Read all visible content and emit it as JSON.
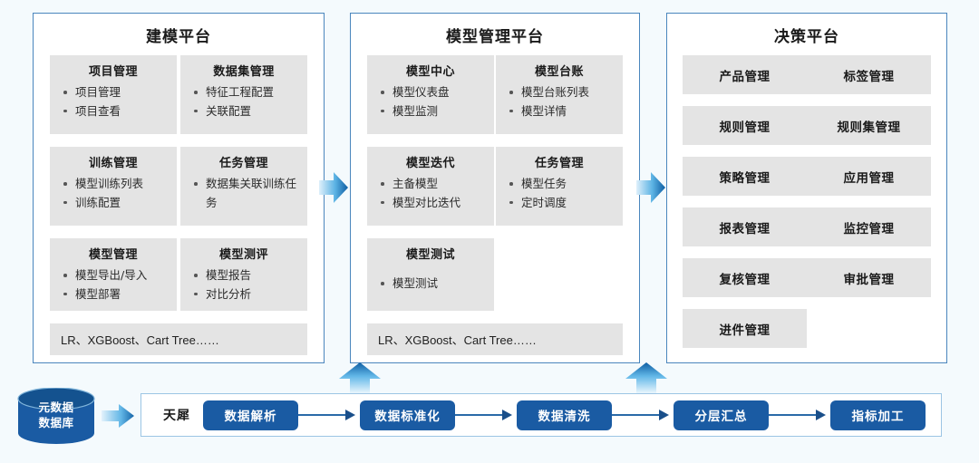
{
  "background_color": "#f4fafd",
  "accent_color": "#1a5ba3",
  "panel_border_color": "#4a86bd",
  "card_bg_color": "#e4e4e4",
  "platforms": [
    {
      "title": "建模平台",
      "rows": [
        [
          {
            "title": "项目管理",
            "items": [
              "项目管理",
              "项目查看"
            ]
          },
          {
            "title": "数据集管理",
            "items": [
              "特征工程配置",
              "关联配置"
            ]
          }
        ],
        [
          {
            "title": "训练管理",
            "items": [
              "模型训练列表",
              "训练配置"
            ]
          },
          {
            "title": "任务管理",
            "items": [
              "数据集关联训练任务"
            ]
          }
        ],
        [
          {
            "title": "模型管理",
            "items": [
              "模型导出/导入",
              "模型部署"
            ]
          },
          {
            "title": "模型测评",
            "items": [
              "模型报告",
              "对比分析"
            ]
          }
        ]
      ],
      "footer": "LR、XGBoost、Cart Tree……"
    },
    {
      "title": "模型管理平台",
      "rows": [
        [
          {
            "title": "模型中心",
            "items": [
              "模型仪表盘",
              "模型监测"
            ]
          },
          {
            "title": "模型台账",
            "items": [
              "模型台账列表",
              "模型详情"
            ]
          }
        ],
        [
          {
            "title": "模型迭代",
            "items": [
              "主备模型",
              "模型对比迭代"
            ]
          },
          {
            "title": "任务管理",
            "items": [
              "模型任务",
              "定时调度"
            ]
          }
        ],
        [
          {
            "title": "模型测试",
            "items": [
              "模型测试"
            ]
          },
          {
            "title": "",
            "items": []
          }
        ]
      ],
      "footer": "LR、XGBoost、Cart Tree……"
    },
    {
      "title": "决策平台",
      "tiles": [
        "产品管理",
        "标签管理",
        "规则管理",
        "规则集管理",
        "策略管理",
        "应用管理",
        "报表管理",
        "监控管理",
        "复核管理",
        "审批管理",
        "进件管理",
        ""
      ]
    }
  ],
  "datasource": {
    "label_line1": "元数据",
    "label_line2": "数据库"
  },
  "pipeline": {
    "label": "天犀",
    "nodes": [
      "数据解析",
      "数据标准化",
      "数据清洗",
      "分层汇总",
      "指标加工"
    ]
  }
}
